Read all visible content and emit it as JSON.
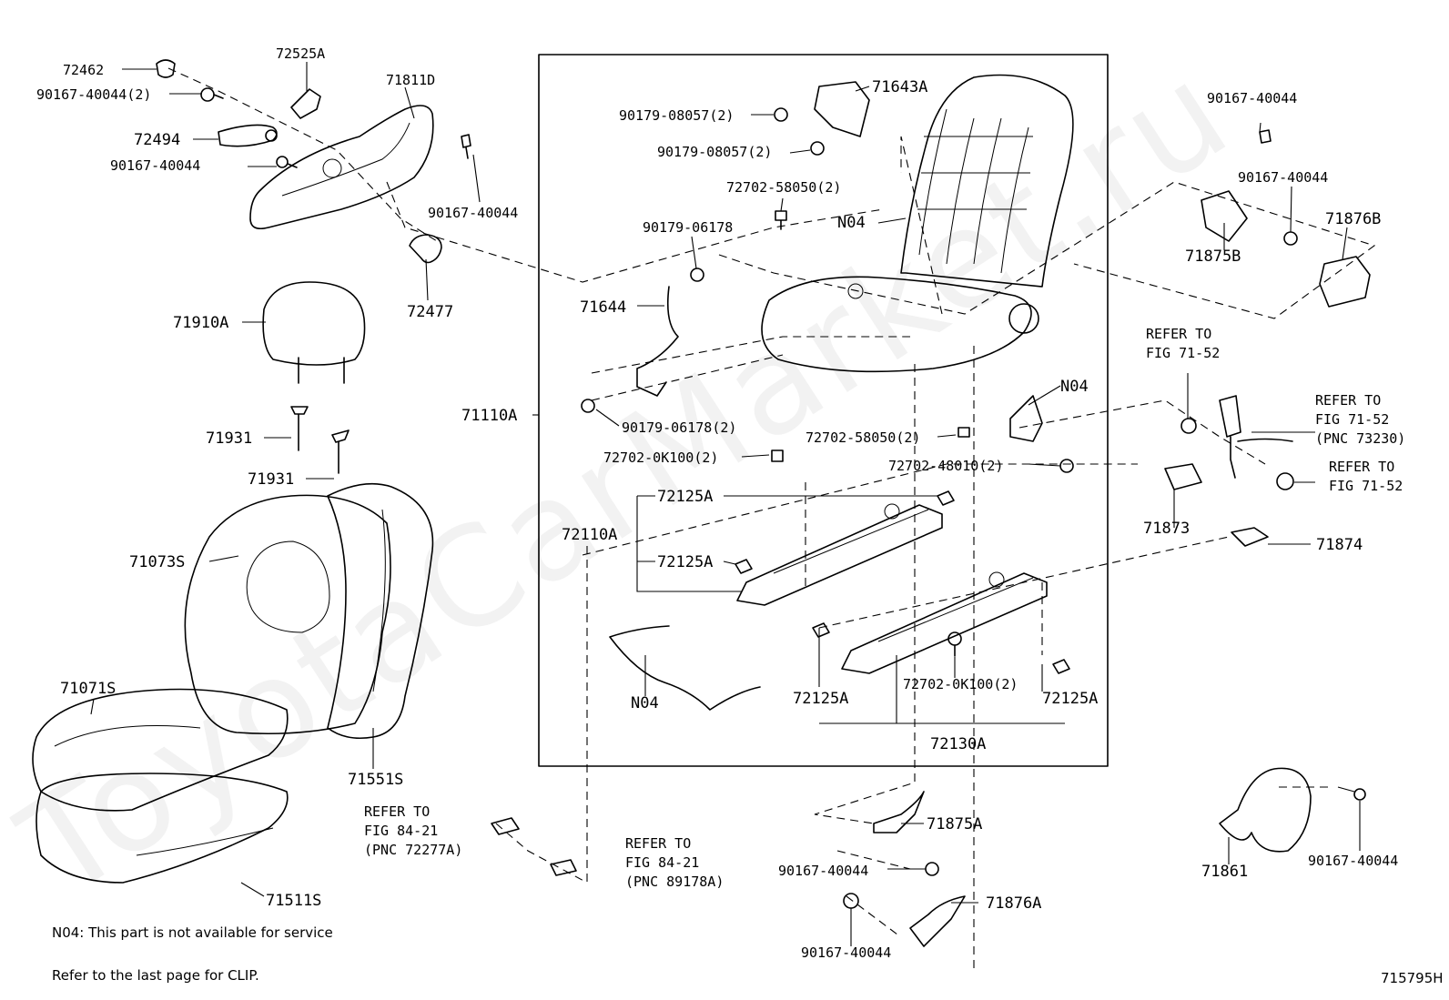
{
  "watermark": "ToyotaCarMarket.ru",
  "diagram_id": "715795H",
  "notes": {
    "n04": "N04: This part is not available for service",
    "clip": "Refer to the last page for CLIP."
  },
  "labels": {
    "p72462": "72462",
    "p90167_40044_2": "90167-40044(2)",
    "p72525A": "72525A",
    "p71811D": "71811D",
    "p72494": "72494",
    "p90167_40044_a": "90167-40044",
    "p90167_40044_b": "90167-40044",
    "p72477": "72477",
    "p71910A": "71910A",
    "p71931_a": "71931",
    "p71931_b": "71931",
    "p71073S": "71073S",
    "p71071S": "71071S",
    "p71551S": "71551S",
    "p71511S": "71511S",
    "p90179_08057_2a": "90179-08057(2)",
    "p71643A": "71643A",
    "p90179_08057_2b": "90179-08057(2)",
    "p72702_58050_2a": "72702-58050(2)",
    "p90179_06178": "90179-06178",
    "p N04_a": "N04",
    "p71644": "71644",
    "p71110A": "71110A",
    "p90179_06178_2": "90179-06178(2)",
    "p72702_58050_2b": "72702-58050(2)",
    "pN04_b": "N04",
    "p72702_48010_2": "72702-48010(2)",
    "p72702_0K100_2a": "72702-0K100(2)",
    "p72125A_a": "72125A",
    "p72110A": "72110A",
    "p72125A_b": "72125A",
    "pN04_c": "N04",
    "p72702_0K100_2b": "72702-0K100(2)",
    "p72125A_c": "72125A",
    "p72125A_d": "72125A",
    "p72130A": "72130A",
    "p90167_40044_c": "90167-40044",
    "p90167_40044_d": "90167-40044",
    "p71876B": "71876B",
    "p71875B": "71875B",
    "p71873": "71873",
    "p71874": "71874",
    "p71875A": "71875A",
    "p90167_40044_e": "90167-40044",
    "p71876A": "71876A",
    "p90167_40044_f": "90167-40044",
    "p71861": "71861",
    "p90167_40044_g": "90167-40044"
  },
  "refs": {
    "fig71_52_a": [
      "REFER TO",
      "FIG 71-52"
    ],
    "fig71_52_b": [
      "REFER TO",
      "FIG 71-52",
      "(PNC 73230)"
    ],
    "fig71_52_c": [
      "REFER TO",
      "FIG 71-52"
    ],
    "fig84_21_a": [
      "REFER TO",
      "FIG 84-21",
      "(PNC 72277A)"
    ],
    "fig84_21_b": [
      "REFER TO",
      "FIG 84-21",
      "(PNC 89178A)"
    ]
  }
}
